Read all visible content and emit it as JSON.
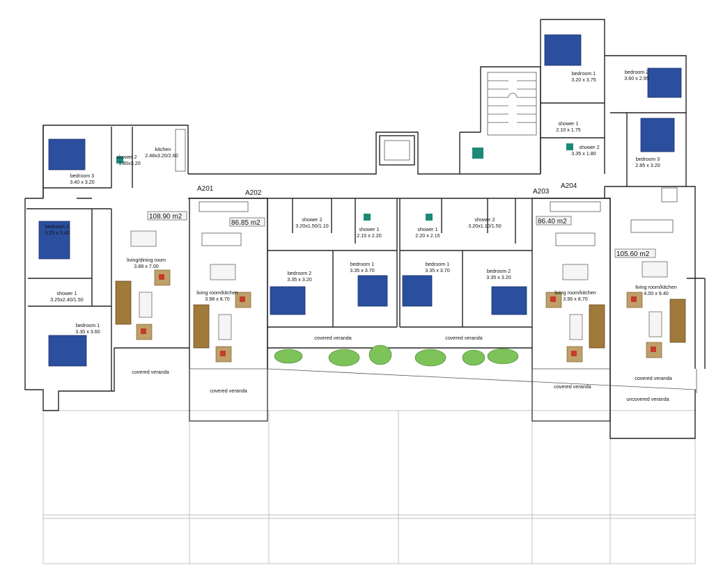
{
  "units": [
    {
      "id": "A201",
      "area": "108.90 m2"
    },
    {
      "id": "A202",
      "area": "86.85 m2"
    },
    {
      "id": "A203",
      "area": "86.40 m2"
    },
    {
      "id": "A204",
      "area": "105.60 m2"
    }
  ],
  "rooms": {
    "a201_bedroom3": {
      "name": "bedroom 3",
      "dims": "3.40 x 3.20"
    },
    "a201_shower2": {
      "name": "shower 2",
      "dims": "1.80x3.20"
    },
    "a201_kitchen": {
      "name": "kitchen",
      "dims": "2.48x3.20/2.60"
    },
    "a201_bedroom2": {
      "name": "bedroom 2",
      "dims": "3.25 x 3.40"
    },
    "a201_living": {
      "name": "living/dining room",
      "dims": "3.88 x 7.00"
    },
    "a201_shower1": {
      "name": "shower 1",
      "dims": "3.25x2.40/1.50"
    },
    "a201_bedroom1": {
      "name": "bedroom 1",
      "dims": "3.30 x 3.60"
    },
    "a202_shower2": {
      "name": "shower 2",
      "dims": "3.20x1.50/1.10"
    },
    "a202_shower1": {
      "name": "shower 1",
      "dims": "2.15 x 2.20"
    },
    "a202_bedroom2": {
      "name": "bedroom 2",
      "dims": "3.35 x 3.20"
    },
    "a202_bedroom1": {
      "name": "bedroom 1",
      "dims": "3.35 x 3.70"
    },
    "a202_living": {
      "name": "living room/kitchen",
      "dims": "3.98 x 8.70"
    },
    "a203_shower1": {
      "name": "shower 1",
      "dims": "2.20 x 2.15"
    },
    "a203_shower2": {
      "name": "shower 2",
      "dims": "3.20x1.10/1.50"
    },
    "a203_bedroom1": {
      "name": "bedroom 1",
      "dims": "3.35 x 3.70"
    },
    "a203_bedroom2": {
      "name": "bedroom 2",
      "dims": "3.35 x 3.20"
    },
    "a203_living": {
      "name": "living room/kitchen",
      "dims": "3.96 x 8.70"
    },
    "a204_bedroom1": {
      "name": "bedroom 1",
      "dims": "3.20 x 3.75"
    },
    "a204_bedroom2": {
      "name": "bedroom 2",
      "dims": "3.60 x 2.95"
    },
    "a204_shower1": {
      "name": "shower 1",
      "dims": "2.10 x 1.75"
    },
    "a204_shower2": {
      "name": "shower 2",
      "dims": "3.35 x 1.80"
    },
    "a204_bedroom3": {
      "name": "bedroom 3",
      "dims": "2.85 x 3.20"
    },
    "a204_living": {
      "name": "living room/kitchen",
      "dims": "4.00 x 9.40"
    }
  },
  "verandas": {
    "covered": "covered veranda",
    "uncovered": "uncovered veranda"
  },
  "icons": {
    "bed": "bed-icon",
    "sofa": "sofa-icon",
    "dining": "dining-table-icon",
    "tree": "shrub-icon",
    "access": "accessible-toilet-icon",
    "stair": "staircase-icon",
    "lift": "elevator-icon"
  },
  "colors": {
    "bed": "#2b4f9e",
    "sofa": "#a07a3a",
    "accent_seat": "#c63b2a",
    "greenery": "#7ec25a",
    "accessible_sign": "#1c8a77"
  }
}
